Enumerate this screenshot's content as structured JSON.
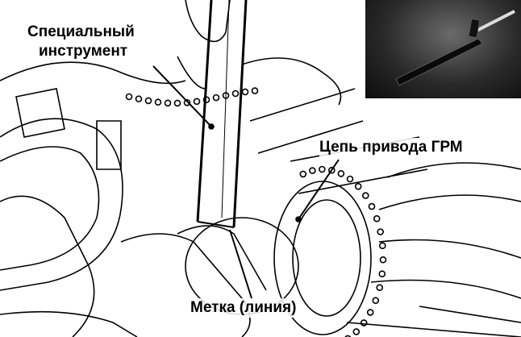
{
  "labels": {
    "special_tool_line1": "Специальный",
    "special_tool_line2": "инструмент",
    "timing_chain": "Цепь привода ГРМ",
    "mark": "Метка (линия)"
  },
  "colors": {
    "line": "#000000",
    "background": "#ffffff"
  },
  "icons": {
    "photo": "special-tool-photo"
  }
}
